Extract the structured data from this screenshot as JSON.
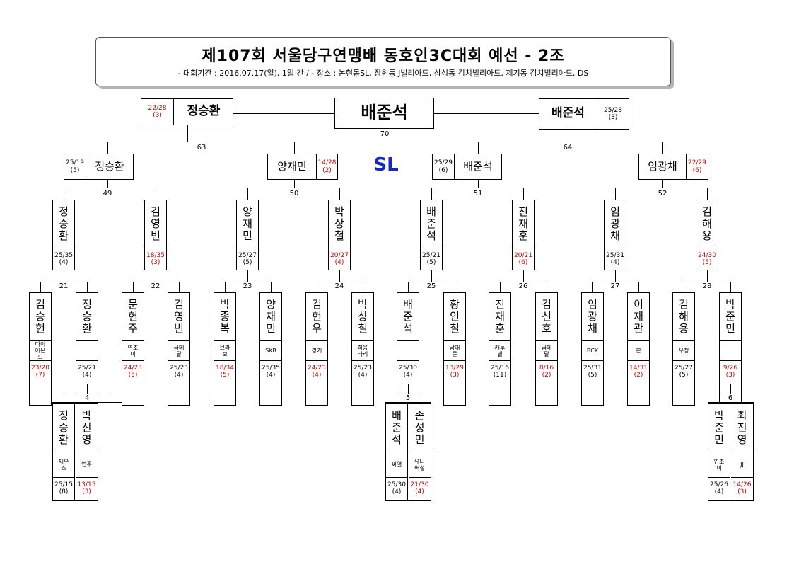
{
  "header": {
    "title": "제107회 서울당구연맹배 동호인3C대회 예선 - 2조",
    "period": "- 대회기간 : 2016.07.17(일), 1일 간 / - 장소 : 논현동SL, 잠원동 J빌리아드, 삼성동 김치빌리아드, 제기동 김치빌리아드, DS"
  },
  "venue": "SL",
  "colors": {
    "loss_score": "#c00000",
    "venue": "#1428c8"
  },
  "final": {
    "champion": "배준석",
    "match_no": "70",
    "left": {
      "name": "정승환",
      "score": "22/28",
      "rank": "(3)"
    },
    "right": {
      "name": "배준석",
      "score": "25/28",
      "rank": "(3)"
    }
  },
  "semis": [
    {
      "match_no": "63"
    },
    {
      "match_no": "64"
    }
  ],
  "quarters": [
    {
      "name": "정승환",
      "score": "25/19",
      "rank": "(5)"
    },
    {
      "name": "양재민",
      "score": "14/28",
      "rank": "(2)"
    },
    {
      "name": "배준석",
      "score": "25/29",
      "rank": "(6)"
    },
    {
      "name": "임광채",
      "score": "22/29",
      "rank": "(6)"
    }
  ],
  "quarter_matches": [
    "49",
    "50",
    "51",
    "52"
  ],
  "round16": [
    {
      "name": "정승환",
      "score": "25/35",
      "rank": "(4)"
    },
    {
      "name": "김영빈",
      "score": "18/35",
      "rank": "(3)"
    },
    {
      "name": "양재민",
      "score": "25/27",
      "rank": "(5)"
    },
    {
      "name": "박상철",
      "score": "20/27",
      "rank": "(4)"
    },
    {
      "name": "배준석",
      "score": "25/21",
      "rank": "(5)"
    },
    {
      "name": "진재훈",
      "score": "20/21",
      "rank": "(6)"
    },
    {
      "name": "임광채",
      "score": "25/31",
      "rank": "(4)"
    },
    {
      "name": "김해용",
      "score": "24/30",
      "rank": "(5)"
    }
  ],
  "r16_matches": [
    "21",
    "22",
    "23",
    "24",
    "25",
    "26",
    "27",
    "28"
  ],
  "round32": [
    {
      "name": "김승현",
      "club": "다이아몬드",
      "score": "23/20",
      "rank": "(7)"
    },
    {
      "name": "정승환",
      "club": "",
      "score": "25/21",
      "rank": "(4)"
    },
    {
      "name": "문헌주",
      "club": "연조이",
      "score": "24/23",
      "rank": "(5)"
    },
    {
      "name": "김영빈",
      "club": "금메달",
      "score": "25/23",
      "rank": "(4)"
    },
    {
      "name": "박종복",
      "club": "브라보",
      "score": "18/34",
      "rank": "(5)"
    },
    {
      "name": "양재민",
      "club": "SKB",
      "score": "25/35",
      "rank": "(4)"
    },
    {
      "name": "김현우",
      "club": "경기",
      "score": "24/23",
      "rank": "(4)"
    },
    {
      "name": "박상철",
      "club": "히융타리",
      "score": "25/23",
      "rank": "(4)"
    },
    {
      "name": "배준석",
      "club": "",
      "score": "25/30",
      "rank": "(4)"
    },
    {
      "name": "황인철",
      "club": "남대문",
      "score": "13/29",
      "rank": "(3)"
    },
    {
      "name": "진재훈",
      "club": "캐투빌",
      "score": "25/16",
      "rank": "(11)"
    },
    {
      "name": "김선호",
      "club": "금메달",
      "score": "8/16",
      "rank": "(2)"
    },
    {
      "name": "임광채",
      "club": "BCK",
      "score": "25/31",
      "rank": "(5)"
    },
    {
      "name": "이재관",
      "club": "본",
      "score": "14/31",
      "rank": "(2)"
    },
    {
      "name": "김해용",
      "club": "우정",
      "score": "25/27",
      "rank": "(5)"
    },
    {
      "name": "박준민",
      "club": "",
      "score": "9/26",
      "rank": "(3)"
    }
  ],
  "prelims": [
    {
      "match_no": "4",
      "players": [
        {
          "name": "정승환",
          "club": "제우스",
          "score": "25/15",
          "rank": "(8)"
        },
        {
          "name": "박신영",
          "club": "연주",
          "score": "13/15",
          "rank": "(3)"
        }
      ]
    },
    {
      "match_no": "5",
      "players": [
        {
          "name": "배준석",
          "club": "씨열",
          "score": "25/30",
          "rank": "(4)"
        },
        {
          "name": "손성민",
          "club": "유니버셜",
          "score": "21/30",
          "rank": "(4)"
        }
      ]
    },
    {
      "match_no": "6",
      "players": [
        {
          "name": "박준민",
          "club": "연조이",
          "score": "25/26",
          "rank": "(4)"
        },
        {
          "name": "최진영",
          "club": "JJ",
          "score": "14/26",
          "rank": "(3)"
        }
      ]
    }
  ]
}
